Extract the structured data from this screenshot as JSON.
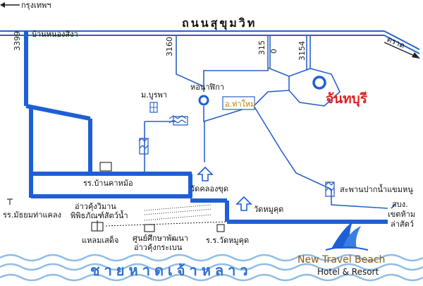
{
  "colors": {
    "road_major": "#1e5fd8",
    "road_minor": "#2a62c9",
    "water": "#7fb0e0",
    "label": "#111111",
    "route_num": "#222222",
    "city_red": "#e02020",
    "resort_text": "#8a5a1a",
    "beach_text": "#2f6fd0"
  },
  "labels": {
    "bangkok": "กรุงเทพฯ",
    "trat": "ตราด",
    "sukhumvit_road": "ถนนสุขุมวิท",
    "ban_nong_sing": "บ้านหนองสิงา",
    "route_3399": "3399",
    "route_3160": "3160",
    "route_315": "315",
    "route_0": "0",
    "route_3154": "3154",
    "chanthaburi": "จันทบุรี",
    "clock_tower": "หอนาฬิกา",
    "tha_mai": "อ.ท่าใหม่",
    "burapha_univ": "ม.บูรพา",
    "school_ban_kha_mo": "รร.บ้านคาหม้อ",
    "wat_khlong_khut": "วัดคลองขุด",
    "wat_mu_khut": "วัดหมูคุด",
    "school_mathayom": "รร.มัธยมท่าแคลง",
    "aquarium": "อ่าวคุ้งวิมาน\nพิพิธภัณฑ์สัตว์น้ำ",
    "laem_sadet": "แหลมเสด็จ",
    "study_center": "ศูนย์ศึกษาพัฒนา\nอ่าวคุ้งกระเบน",
    "school_wat_mu_khut": "ร.ร.วัดหมูคุด",
    "bridge": "สะพานปากน้ำแขมหนู",
    "wildlife": "สบง.\nเขตห้าม\nล่าสัตว์",
    "resort_name": "New Travel Beach",
    "resort_sub": "Hotel & Resort",
    "beach_name": "ชายหาดเจ้าหลาว"
  }
}
